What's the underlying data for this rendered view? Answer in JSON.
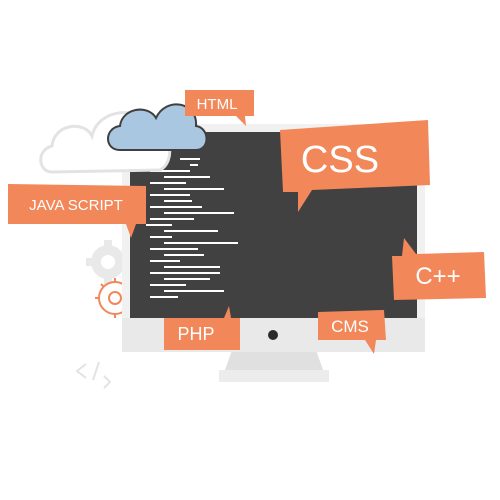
{
  "labels": {
    "html": "HTML",
    "css": "CSS",
    "javascript": "JAVA SCRIPT",
    "cpp": "C++",
    "php": "PHP",
    "cms": "CMS"
  },
  "colors": {
    "badge": "#f2875a",
    "screen": "#414141",
    "monitor_frame": "#e5e5e5",
    "monitor_bezel": "#f1f1f1",
    "cloud_blue": "#a9c7e0",
    "cloud_outline": "#e3e3e3",
    "code_line": "#ffffff",
    "gear_gray": "#e9e9e9"
  },
  "icons": [
    "cloud-outline-icon",
    "cloud-blue-icon",
    "gear-gray-icon",
    "gear-orange-icon",
    "code-brackets-icon",
    "camera-dot-icon"
  ]
}
